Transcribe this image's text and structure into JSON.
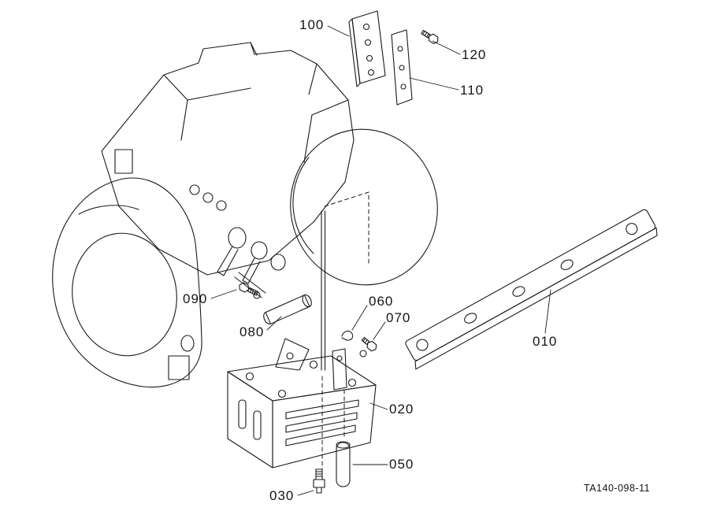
{
  "page": {
    "background": "#ffffff",
    "line_color": "#1a1a1a"
  },
  "diagram": {
    "drawing_code": "TA140-098-11",
    "labels": {
      "p010": "010",
      "p020": "020",
      "p030": "030",
      "p050": "050",
      "p060": "060",
      "p070": "070",
      "p080": "080",
      "p090": "090",
      "p100": "100",
      "p110": "110",
      "p120": "120"
    }
  }
}
